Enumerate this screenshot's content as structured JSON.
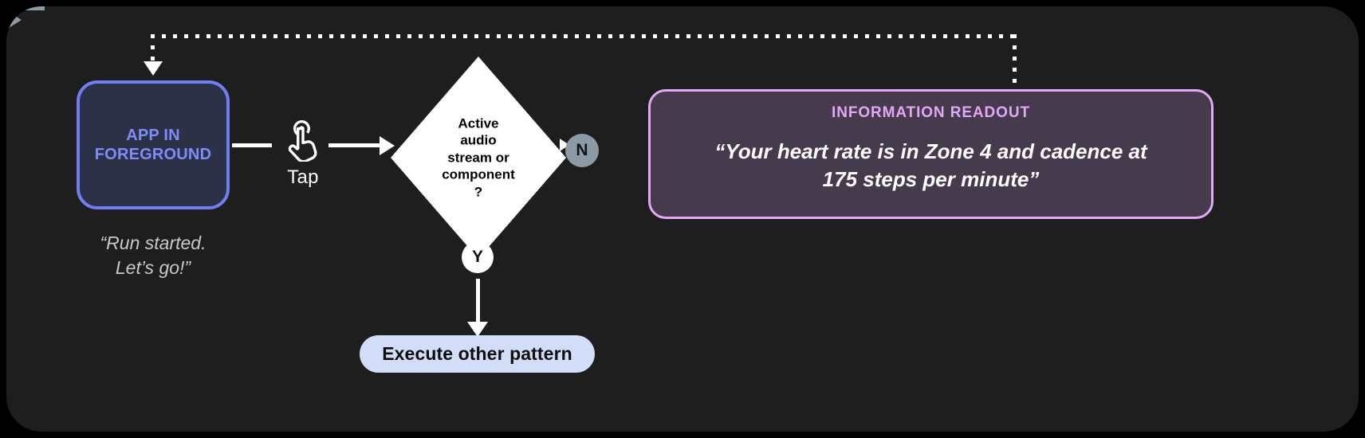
{
  "canvas": {
    "background": "#1e1e1e",
    "page_background": "#000000"
  },
  "nodes": {
    "app_box": {
      "label": "APP IN\nFOREGROUND",
      "text_color": "#7e8cfb",
      "border_color": "#6f7ff2",
      "fill_color": "#2c3146"
    },
    "app_caption": {
      "text": "“Run started.\nLet’s go!”",
      "color": "#c9c9c9"
    },
    "tap": {
      "label": "Tap",
      "icon": "tap-gesture-icon"
    },
    "decision": {
      "text": "Active\naudio\nstream or\ncomponent\n?",
      "fill_color": "#ffffff",
      "text_color": "#000000"
    },
    "branch_no": {
      "label": "N",
      "fill_color": "#8c9aa6"
    },
    "branch_yes": {
      "label": "Y",
      "fill_color": "#ffffff"
    },
    "execute_pill": {
      "label": "Execute other pattern",
      "fill_color": "#d2def8",
      "text_color": "#0d0d0d"
    },
    "readout": {
      "title": "INFORMATION READOUT",
      "body": "“Your heart rate is in Zone 4 and cadence at\n175 steps per minute”",
      "title_color": "#e2a7f6",
      "border_color": "#e3a9f7",
      "fill_color": "#463b4d",
      "body_color": "#ffffff"
    }
  },
  "edges": {
    "app_to_tap": {
      "style": "solid",
      "color": "#ffffff"
    },
    "tap_to_decision": {
      "style": "solid-arrow",
      "color": "#ffffff"
    },
    "decision_to_no": {
      "style": "solid-arrow",
      "color": "#ffffff"
    },
    "no_to_readout": {
      "style": "solid-arrow",
      "color": "#8c9aa6"
    },
    "decision_to_yes": {
      "style": "solid",
      "color": "#ffffff"
    },
    "yes_to_execute": {
      "style": "solid-arrow",
      "color": "#ffffff"
    },
    "readout_to_app_feedback": {
      "style": "dotted-arrow",
      "color": "#ffffff"
    }
  }
}
